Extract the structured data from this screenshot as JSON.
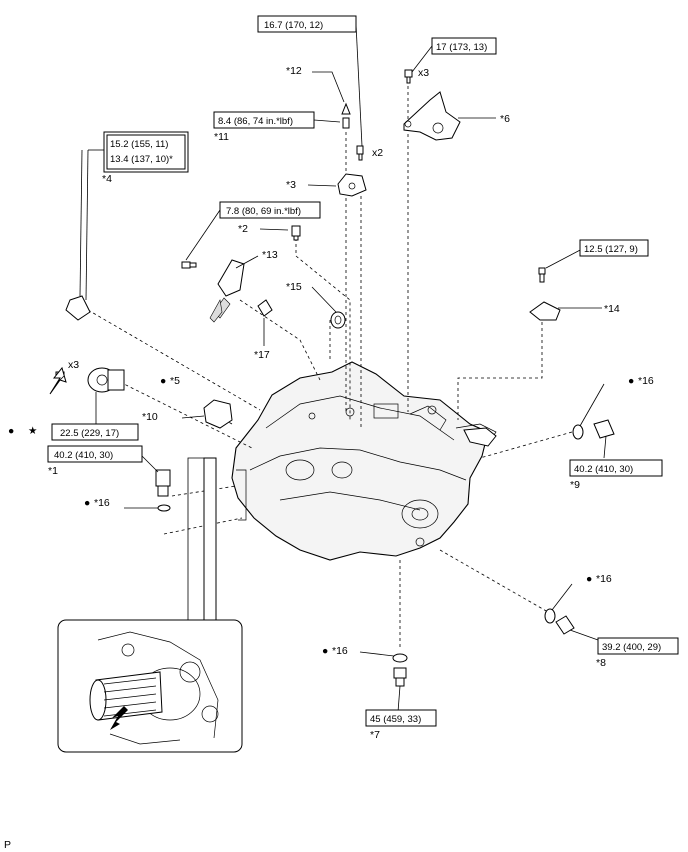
{
  "callouts": {
    "p1": "*1",
    "p2": "*2",
    "p3": "*3",
    "p4": "*4",
    "p5": "*5",
    "p6": "*6",
    "p7": "*7",
    "p8": "*8",
    "p9": "*9",
    "p10": "*10",
    "p11": "*11",
    "p12": "*12",
    "p13": "*13",
    "p14": "*14",
    "p15": "*15",
    "p16": "*16",
    "p17": "*17"
  },
  "torque": {
    "t_top": "16.7 (170, 12)",
    "t_bracket": "17 (173, 13)",
    "t_plug11": "8.4 (86, 74 in.*lbf)",
    "t_cable_a": "15.2 (155, 11)",
    "t_cable_b": "13.4 (137, 10)*",
    "t_sensor": "7.8 (80, 69 in.*lbf)",
    "t_bolt14": "12.5 (127, 9)",
    "t_cyl": "22.5 (229, 17)",
    "t_plug1": "40.2 (410, 30)",
    "t_plug9": "40.2 (410, 30)",
    "t_plug8": "39.2 (400, 29)",
    "t_plug7": "45 (459, 33)"
  },
  "qty": {
    "x2": "x2",
    "x3_top": "x3",
    "x3_left": "x3"
  },
  "symbols": {
    "bullet": "●",
    "star": "★"
  },
  "footer": {
    "code": "P"
  }
}
